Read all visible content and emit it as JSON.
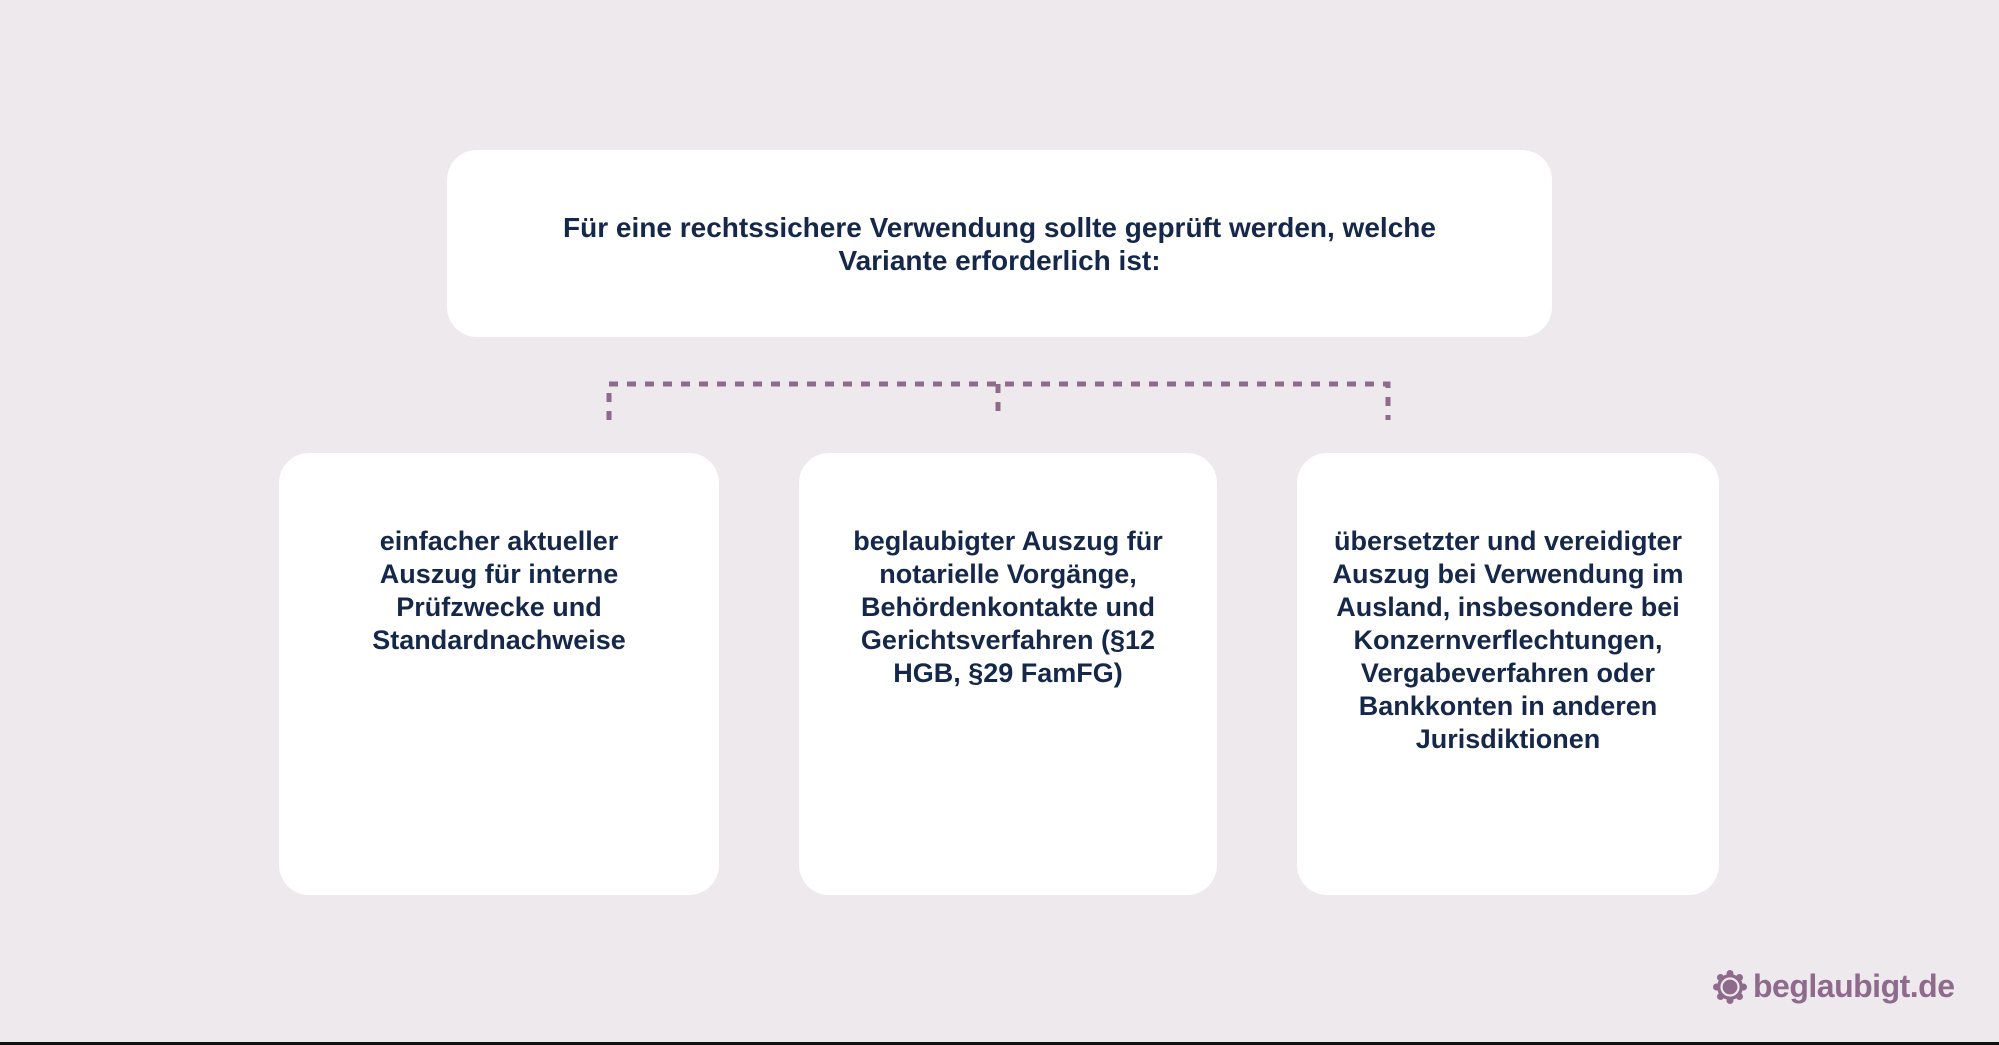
{
  "colors": {
    "background": "#eee9ed",
    "box": "#ffffff",
    "text": "#16284a",
    "connector": "#8e6a8c",
    "brand": "#8e6a8c"
  },
  "diagram": {
    "type": "tree",
    "root": {
      "text": "Für eine rechtssichere Verwendung sollte geprüft werden, welche Variante erforderlich ist:"
    },
    "children": [
      {
        "text": "einfacher aktueller Auszug für interne Prüfzwecke und Standardnachweise"
      },
      {
        "text": "beglaubigter Auszug für notarielle Vorgänge, Behördenkontakte und Gerichtsverfahren (§12 HGB, §29 FamFG)"
      },
      {
        "text": "übersetzter und vereidigter Auszug bei Verwendung im Ausland, insbesondere bei Konzernverflechtungen, Vergabeverfahren oder Bankkonten in anderen Jurisdiktionen"
      }
    ],
    "connector_style": "dashed"
  },
  "brand": {
    "icon": "seal-icon",
    "name": "beglaubigt.de"
  }
}
